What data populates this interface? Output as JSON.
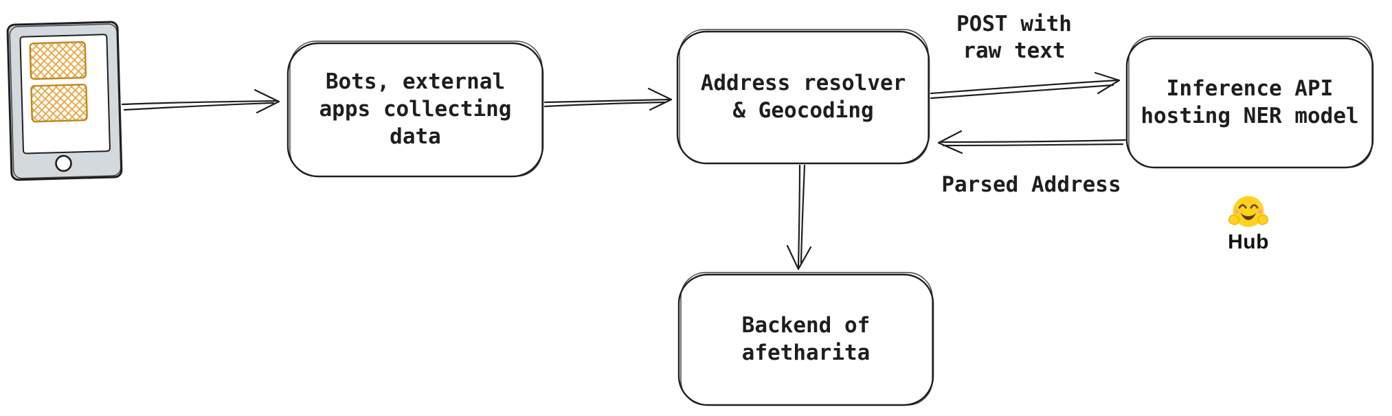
{
  "diagram": {
    "nodes": {
      "bots": {
        "label": "Bots, external\napps collecting\ndata"
      },
      "resolver": {
        "label": "Address resolver\n& Geocoding"
      },
      "inference": {
        "label": "Inference API\nhosting NER model"
      },
      "backend": {
        "label": "Backend of\nafetharita"
      }
    },
    "edges": {
      "post_raw_text": {
        "label": "POST with\nraw text"
      },
      "parsed_address": {
        "label": "Parsed Address"
      }
    },
    "hub": {
      "label": "Hub",
      "icon": "hugging-face-emoji"
    },
    "icons": {
      "source_device": "phone-tablet-icon",
      "hub_badge": "hugging-face-emoji"
    },
    "colors": {
      "stroke": "#1e1e1e",
      "phone_frame": "#d4d9dd",
      "crosshatch": "#e8a33d",
      "hf_yellow": "#ffd21e",
      "background": "#ffffff"
    }
  }
}
